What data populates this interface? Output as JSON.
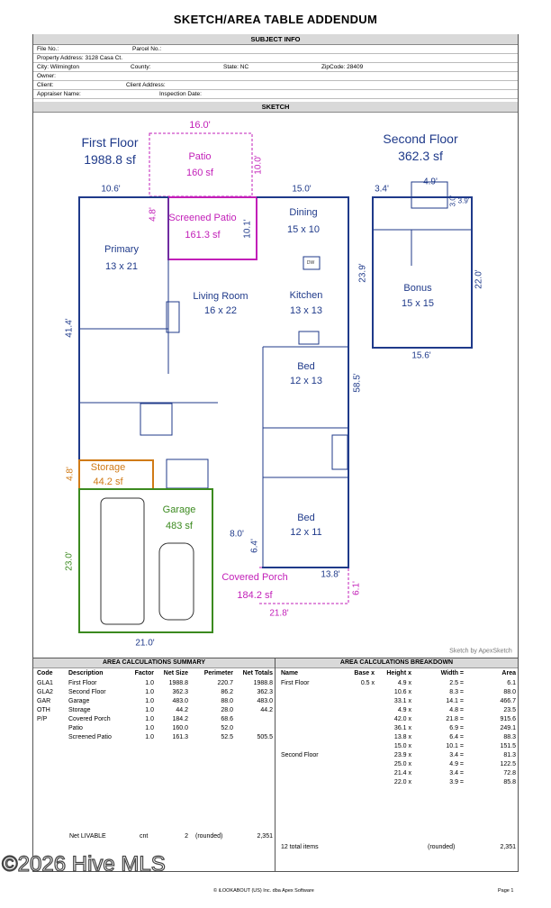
{
  "title": "SKETCH/AREA TABLE ADDENDUM",
  "subject": {
    "header": "SUBJECT INFO",
    "file_no": "File No.:",
    "parcel_no": "Parcel No.:",
    "property_address": "Property Address: 3128 Casa Ct.",
    "city": "City: Wilmington",
    "county": "County:",
    "state": "State: NC",
    "zip": "ZipCode: 28409",
    "owner": "Owner:",
    "client": "Client:",
    "client_address": "Client Address:",
    "appraiser": "Appraiser Name:",
    "inspection": "Inspection Date:"
  },
  "sketch": {
    "header": "SKETCH",
    "first_floor": "First Floor",
    "first_floor_sf": "1988.8 sf",
    "second_floor": "Second Floor",
    "second_floor_sf": "362.3 sf",
    "patio": "Patio",
    "patio_sf": "160 sf",
    "screened_patio": "Screened Patio",
    "screened_patio_sf": "161.3 sf",
    "dining": "Dining",
    "dining_size": "15 x 10",
    "primary": "Primary",
    "primary_size": "13 x 21",
    "living_room": "Living Room",
    "living_size": "16 x 22",
    "kitchen": "Kitchen",
    "kitchen_size": "13 x 13",
    "bed1": "Bed",
    "bed1_size": "12 x 13",
    "bed2": "Bed",
    "bed2_size": "12 x 11",
    "storage": "Storage",
    "storage_sf": "44.2 sf",
    "garage": "Garage",
    "garage_sf": "483 sf",
    "covered_porch": "Covered Porch",
    "covered_porch_sf": "184.2 sf",
    "bonus": "Bonus",
    "bonus_size": "15 x 15",
    "dw": "DW",
    "dims": {
      "d16": "16.0'",
      "d10_6": "10.6'",
      "d15": "15.0'",
      "d10_0": "10.0'",
      "d4_8a": "4.8'",
      "d10_1": "10.1'",
      "d41_4": "41.4'",
      "d58_5": "58.5'",
      "d4_8b": "4.8'",
      "d23_0": "23.0'",
      "d8_0": "8.0'",
      "d6_4": "6.4'",
      "d13_8": "13.8'",
      "d6_1": "6.1'",
      "d21_8": "21.8'",
      "d21_0": "21.0'",
      "d3_4": "3.4'",
      "d4_9": "4.9'",
      "d3_0": "3.0'",
      "d3_9": "3.9'",
      "d23_9": "23.9'",
      "d22_0": "22.0'",
      "d15_6": "15.6'"
    },
    "credit": "Sketch by ApexSketch"
  },
  "summary": {
    "header": "AREA CALCULATIONS SUMMARY",
    "columns": [
      "Code",
      "Description",
      "Factor",
      "Net Size",
      "Perimeter",
      "Net Totals"
    ],
    "rows": [
      [
        "GLA1",
        "First Floor",
        "1.0",
        "1988.8",
        "220.7",
        "1988.8"
      ],
      [
        "GLA2",
        "Second Floor",
        "1.0",
        "362.3",
        "86.2",
        "362.3"
      ],
      [
        "GAR",
        "Garage",
        "1.0",
        "483.0",
        "88.0",
        "483.0"
      ],
      [
        "OTH",
        "Storage",
        "1.0",
        "44.2",
        "28.0",
        "44.2"
      ],
      [
        "P/P",
        "Covered Porch",
        "1.0",
        "184.2",
        "68.6",
        ""
      ],
      [
        "",
        "Patio",
        "1.0",
        "160.0",
        "52.0",
        ""
      ],
      [
        "",
        "Screened Patio",
        "1.0",
        "161.3",
        "52.5",
        "505.5"
      ]
    ],
    "net_livable": "Net LIVABLE",
    "cnt": "cnt",
    "cnt_value": "2",
    "rounded": "(rounded)",
    "net_value": "2,351"
  },
  "breakdown": {
    "header": "AREA CALCULATIONS BREAKDOWN",
    "columns": [
      "Name",
      "Base x",
      "Height x",
      "Width =",
      "Area"
    ],
    "rows": [
      [
        "First Floor",
        "0.5 x",
        "4.9 x",
        "2.5 =",
        "6.1"
      ],
      [
        "",
        "",
        "10.6 x",
        "8.3 =",
        "88.0"
      ],
      [
        "",
        "",
        "33.1 x",
        "14.1 =",
        "466.7"
      ],
      [
        "",
        "",
        "4.9 x",
        "4.8 =",
        "23.5"
      ],
      [
        "",
        "",
        "42.0 x",
        "21.8 =",
        "915.6"
      ],
      [
        "",
        "",
        "36.1 x",
        "6.9 =",
        "249.1"
      ],
      [
        "",
        "",
        "13.8 x",
        "6.4 =",
        "88.3"
      ],
      [
        "",
        "",
        "15.0 x",
        "10.1 =",
        "151.5"
      ],
      [
        "Second Floor",
        "",
        "23.9 x",
        "3.4 =",
        "81.3"
      ],
      [
        "",
        "",
        "25.0 x",
        "4.9 =",
        "122.5"
      ],
      [
        "",
        "",
        "21.4 x",
        "3.4 =",
        "72.8"
      ],
      [
        "",
        "",
        "22.0 x",
        "3.9 =",
        "85.8"
      ]
    ],
    "total_items": "12 total items",
    "rounded": "(rounded)",
    "total_value": "2,351"
  },
  "footer": {
    "software": "© iLOOKABOUT (US) Inc. dba Apex Software",
    "page": "Page 1",
    "watermark": "©2026 Hive MLS"
  },
  "colors": {
    "wall": "#1f3a8a",
    "patio": "#c21fb8",
    "garage": "#3b8a1f",
    "storage": "#d07a16",
    "header_bg": "#d9d9d9"
  }
}
